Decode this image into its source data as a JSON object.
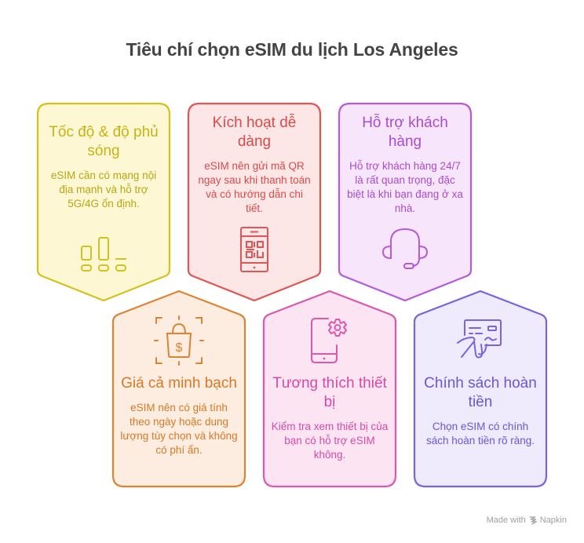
{
  "title": "Tiêu chí chọn eSIM du lịch Los Angeles",
  "cards": [
    {
      "title": "Tốc độ & độ phủ sóng",
      "description": "eSIM cần có mạng nội địa mạnh và hỗ trợ 5G/4G ổn định.",
      "icon": "signal-bars-icon",
      "color": "#d4c11e",
      "fill": "#fdf8d3",
      "text_color": "#c2ac12"
    },
    {
      "title": "Kích hoạt dễ dàng",
      "description": "eSIM nên gửi mã QR ngay sau khi thanh toán và có hướng dẫn chi tiết.",
      "icon": "phone-qr-icon",
      "color": "#e05555",
      "fill": "#fde6e6",
      "text_color": "#d94a4a"
    },
    {
      "title": "Hỗ trợ khách hàng",
      "description": "Hỗ trợ khách hàng 24/7 là rất quan trọng, đặc biệt là khi bạn đang ở xa nhà.",
      "icon": "headset-icon",
      "color": "#b55ad8",
      "fill": "#f7e6fb",
      "text_color": "#a84ccc"
    },
    {
      "title": "Giá cả minh bạch",
      "description": "eSIM nên có giá tính theo ngày hoặc dung lượng tùy chọn và không có phí ẩn.",
      "icon": "shopping-bag-dollar-icon",
      "color": "#dd8433",
      "fill": "#fdece0",
      "text_color": "#d67a26"
    },
    {
      "title": "Tương thích thiết bị",
      "description": "Kiểm tra xem thiết bị của bạn có hỗ trợ eSIM không.",
      "icon": "phone-gear-icon",
      "color": "#dc58ac",
      "fill": "#fce4f3",
      "text_color": "#d64aa3"
    },
    {
      "title": "Chính sách hoàn tiền",
      "description": "Chọn eSIM có chính sách hoàn tiền rõ ràng.",
      "icon": "card-refund-icon",
      "color": "#7b63de",
      "fill": "#efebfd",
      "text_color": "#6c55d4"
    }
  ],
  "footer": {
    "made_with": "Made with",
    "brand": "Napkin"
  }
}
